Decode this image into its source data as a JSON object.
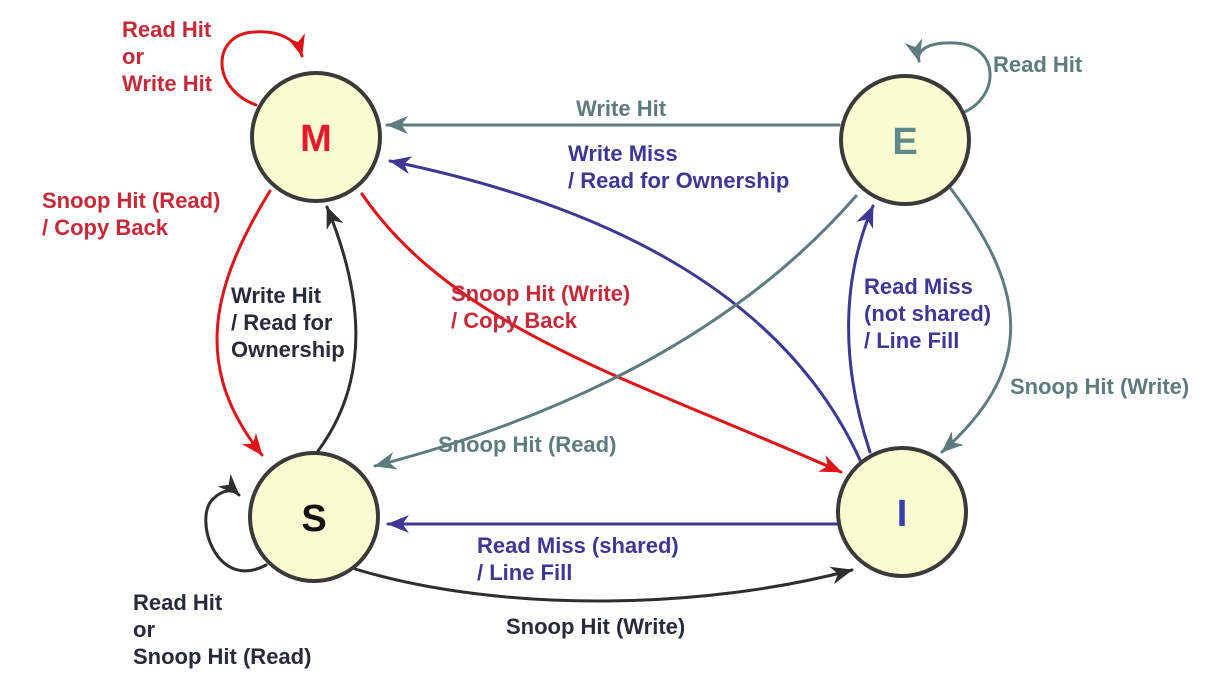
{
  "colors": {
    "state_fill": "#FCFCD2",
    "state_border": "#3A3A3A",
    "red_arrow": "#DF1418",
    "red_label": "#C62A39",
    "gray": "#5E7B7E",
    "purple": "#3E3894",
    "black_arrow": "#2E2E2E",
    "black_label": "#272B3A"
  },
  "states": [
    {
      "id": "M",
      "label": "M",
      "color": "#E8192C"
    },
    {
      "id": "E",
      "label": "E",
      "color": "#5E8A8C"
    },
    {
      "id": "S",
      "label": "S",
      "color": "#121212"
    },
    {
      "id": "I",
      "label": "I",
      "color": "#3A3FAE"
    }
  ],
  "transitions": [
    {
      "id": "m-self",
      "from": "M",
      "to": "M",
      "color": "red",
      "label_lines": [
        "Read Hit",
        "or",
        "Write Hit"
      ]
    },
    {
      "id": "e-to-m",
      "from": "E",
      "to": "M",
      "color": "gray",
      "label_lines": [
        "Write Hit"
      ]
    },
    {
      "id": "i-to-m",
      "from": "I",
      "to": "M",
      "color": "purple",
      "label_lines": [
        "Write Miss",
        "/ Read for Ownership"
      ]
    },
    {
      "id": "m-to-s",
      "from": "M",
      "to": "S",
      "color": "red",
      "label_lines": [
        "Snoop Hit (Read)",
        "/ Copy Back"
      ]
    },
    {
      "id": "s-to-m",
      "from": "S",
      "to": "M",
      "color": "black",
      "label_lines": [
        "Write Hit",
        "/ Read for",
        "Ownership"
      ]
    },
    {
      "id": "m-to-i",
      "from": "M",
      "to": "I",
      "color": "red",
      "label_lines": [
        "Snoop Hit (Write)",
        "/ Copy Back"
      ]
    },
    {
      "id": "e-self",
      "from": "E",
      "to": "E",
      "color": "gray",
      "label_lines": [
        "Read Hit"
      ]
    },
    {
      "id": "i-to-e",
      "from": "I",
      "to": "E",
      "color": "purple",
      "label_lines": [
        "Read Miss",
        "(not shared)",
        "/ Line Fill"
      ]
    },
    {
      "id": "e-to-i",
      "from": "E",
      "to": "I",
      "color": "gray",
      "label_lines": [
        "Snoop Hit (Write)"
      ]
    },
    {
      "id": "e-to-s",
      "from": "E",
      "to": "S",
      "color": "gray",
      "label_lines": [
        "Snoop Hit (Read)"
      ]
    },
    {
      "id": "s-self",
      "from": "S",
      "to": "S",
      "color": "black",
      "label_lines": [
        "Read Hit",
        "or",
        "Snoop Hit (Read)"
      ]
    },
    {
      "id": "i-to-s",
      "from": "I",
      "to": "S",
      "color": "purple",
      "label_lines": [
        "Read Miss (shared)",
        "/ Line Fill"
      ]
    },
    {
      "id": "s-to-i",
      "from": "S",
      "to": "I",
      "color": "black",
      "label_lines": [
        "Snoop Hit (Write)"
      ]
    }
  ]
}
